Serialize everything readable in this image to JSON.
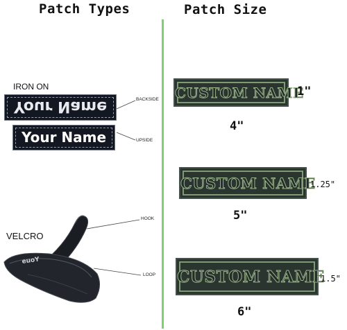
{
  "left_column": {
    "heading": "Patch Types",
    "iron_on": {
      "label": "IRON ON",
      "backside_patch_text": "Your Name",
      "backside_label": "BACKSIDE",
      "upside_patch_text": "Your Name",
      "upside_label": "UPSIDE"
    },
    "velcro": {
      "label": "VELCRO",
      "hook_label": "HOOK",
      "loop_label": "LOOP"
    }
  },
  "right_column": {
    "heading": "Patch Size",
    "sizes": [
      {
        "patch_text": "CUSTOM NAME",
        "height": "1\"",
        "width": "4\""
      },
      {
        "patch_text": "CUSTOM NAME",
        "height": "1.25\"",
        "width": "5\""
      },
      {
        "patch_text": "CUSTOM NAME",
        "height": "1.5\"",
        "width": "6\""
      }
    ]
  },
  "colors": {
    "divider": "#79d36a",
    "black_patch": "#121722",
    "olive_patch": "#2a3530",
    "olive_thread": "#9ab38a"
  }
}
